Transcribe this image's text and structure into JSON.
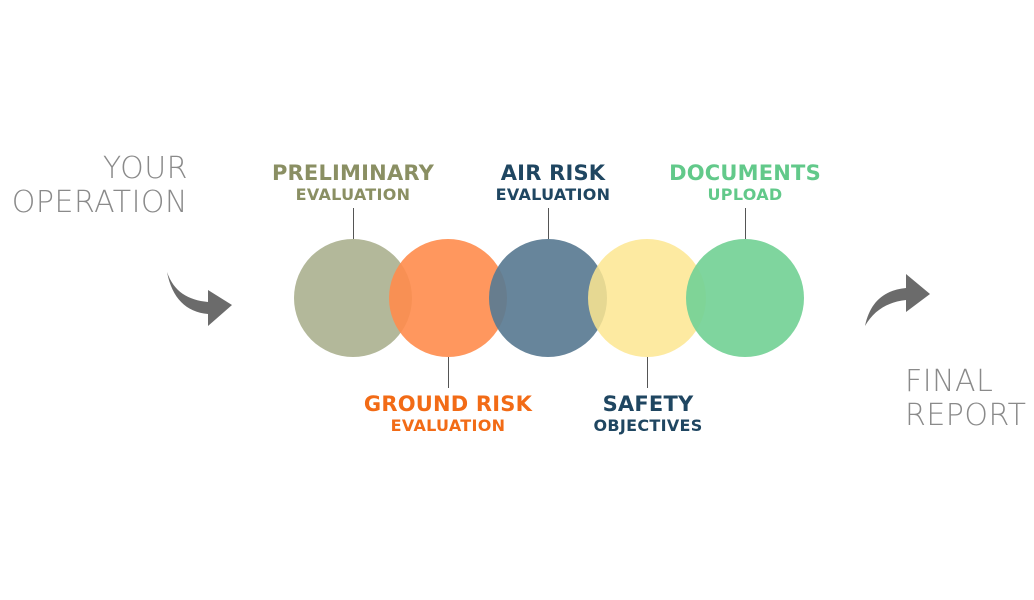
{
  "input": {
    "lines": [
      "YOUR",
      "OPERATION"
    ]
  },
  "output": {
    "lines": [
      "FINAL",
      "REPORT"
    ]
  },
  "steps": [
    {
      "title": "PRELIMINARY",
      "subtitle": "EVALUATION",
      "color": "#b3b89a",
      "label_color": "#8a8f63",
      "label_position": "top"
    },
    {
      "title": "GROUND RISK",
      "subtitle": "EVALUATION",
      "color": "#ff8c4c",
      "label_color": "#f26b16",
      "label_position": "bottom"
    },
    {
      "title": "AIR RISK",
      "subtitle": "EVALUATION",
      "color": "#5a7b93",
      "label_color": "#1f4661",
      "label_position": "top"
    },
    {
      "title": "SAFETY",
      "subtitle": "OBJECTIVES",
      "color": "#fde690",
      "label_color": "#1f4661",
      "label_position": "bottom"
    },
    {
      "title": "DOCUMENTS",
      "subtitle": "UPLOAD",
      "color": "#74d196",
      "label_color": "#62c98a",
      "label_position": "top"
    }
  ],
  "colors": {
    "arrow": "#6b6b6b",
    "side_text": "#8a8a8a",
    "connector": "#555555"
  },
  "icons": {
    "input_arrow": "curved-arrow-icon",
    "output_arrow": "curved-arrow-icon"
  }
}
